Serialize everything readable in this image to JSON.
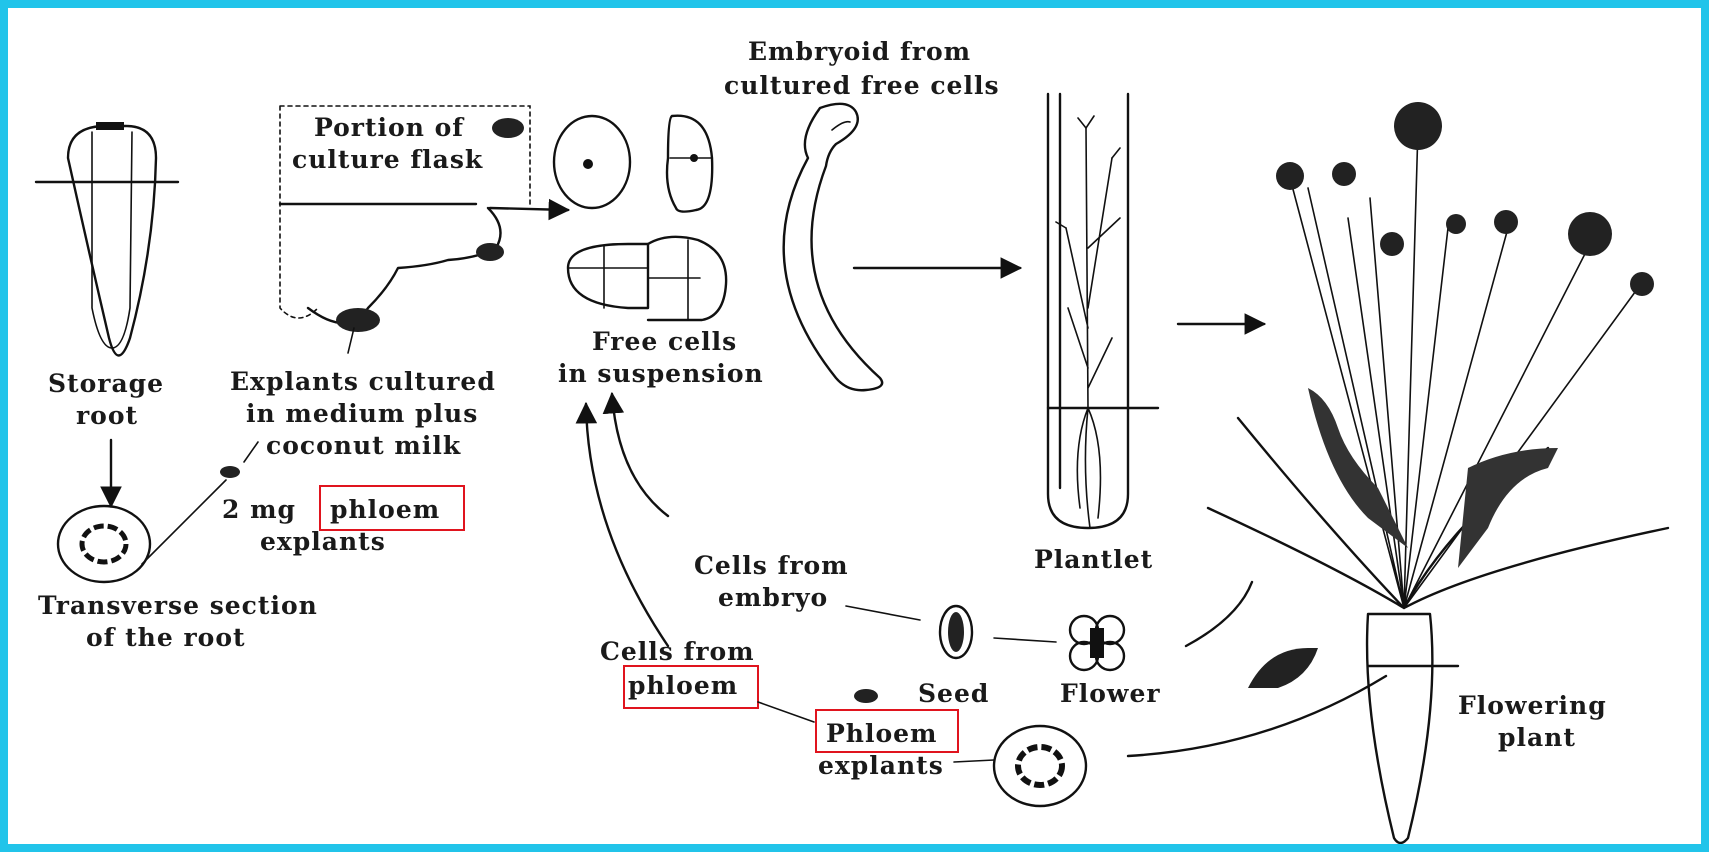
{
  "colors": {
    "frame": "#21c4ea",
    "highlight": "#e0141e",
    "ink": "#111111"
  },
  "labels": {
    "storage_root": [
      "Storage",
      "root"
    ],
    "transverse_section": [
      "Transverse section",
      "of the root"
    ],
    "culture_flask": [
      "Portion of",
      "culture flask"
    ],
    "explants_cultured": [
      "Explants cultured",
      "in medium plus",
      "coconut milk"
    ],
    "mg_phloem": {
      "prefix": "2 mg",
      "word": "phloem"
    },
    "mg_explants": "explants",
    "free_cells": [
      "Free cells",
      "in suspension"
    ],
    "embryoid": [
      "Embryoid from",
      "cultured free cells"
    ],
    "plantlet": "Plantlet",
    "flowering_plant": [
      "Flowering",
      "plant"
    ],
    "cells_from_embryo": [
      "Cells from",
      "embryo"
    ],
    "cells_from_phloem": {
      "line1": "Cells from",
      "word": "phloem"
    },
    "seed": "Seed",
    "flower": "Flower",
    "phloem_explants": {
      "word": "Phloem",
      "line2": "explants"
    }
  }
}
